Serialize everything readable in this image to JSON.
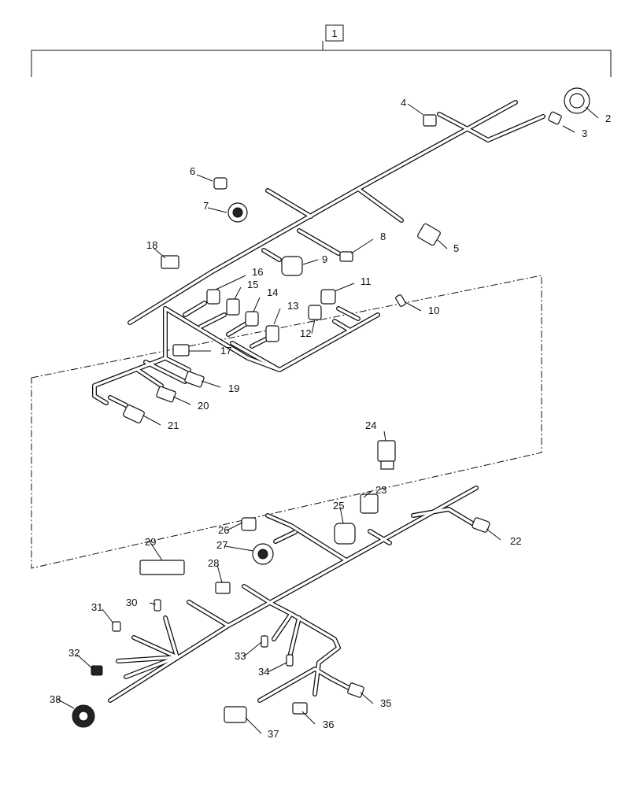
{
  "assembly_label": "1",
  "callouts": [
    "2",
    "3",
    "4",
    "5",
    "6",
    "7",
    "8",
    "9",
    "10",
    "11",
    "12",
    "13",
    "14",
    "15",
    "16",
    "17",
    "18",
    "19",
    "20",
    "21",
    "22",
    "23",
    "24",
    "25",
    "26",
    "27",
    "28",
    "29",
    "30",
    "31",
    "32",
    "33",
    "34",
    "35",
    "36",
    "37",
    "38"
  ]
}
